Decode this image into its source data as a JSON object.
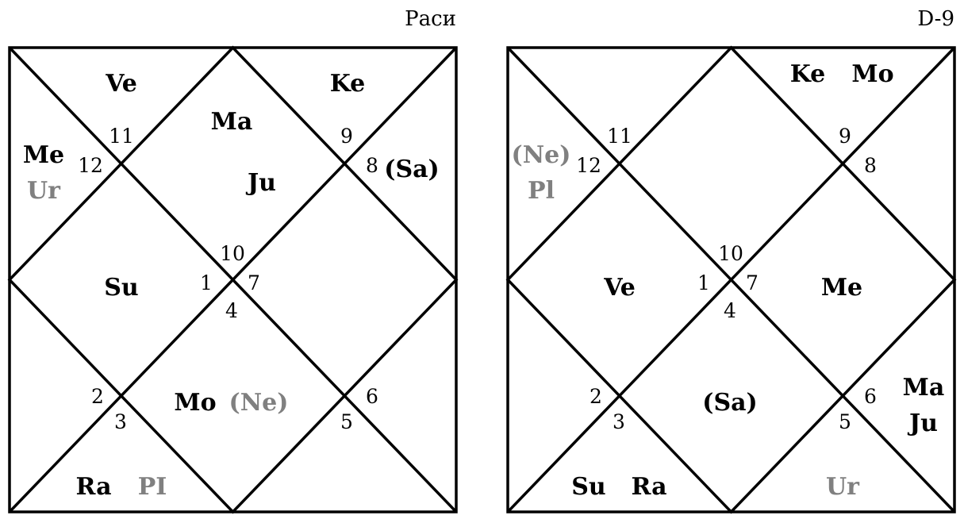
{
  "charts": [
    {
      "title": "Раси",
      "houses": {
        "h1": "1",
        "h2": "2",
        "h3": "3",
        "h4": "4",
        "h5": "5",
        "h6": "6",
        "h7": "7",
        "h8": "8",
        "h9": "9",
        "h10": "10",
        "h11": "11",
        "h12": "12"
      },
      "planets": {
        "ve": "Ve",
        "ke": "Ke",
        "ma": "Ma",
        "ju": "Ju",
        "me": "Me",
        "ur": "Ur",
        "sa": "(Sa)",
        "su": "Su",
        "mo": "Mo",
        "ne": "(Ne)",
        "ra": "Ra",
        "pl": "PI"
      }
    },
    {
      "title": "D-9",
      "houses": {
        "h1": "1",
        "h2": "2",
        "h3": "3",
        "h4": "4",
        "h5": "5",
        "h6": "6",
        "h7": "7",
        "h8": "8",
        "h9": "9",
        "h10": "10",
        "h11": "11",
        "h12": "12"
      },
      "planets": {
        "ke": "Ke",
        "mo": "Mo",
        "ne": "(Ne)",
        "pl": "Pl",
        "ve": "Ve",
        "me": "Me",
        "sa": "(Sa)",
        "ma": "Ma",
        "ju": "Ju",
        "su": "Su",
        "ra": "Ra",
        "ur": "Ur"
      }
    }
  ],
  "colors": {
    "malefic_gray": "#808080",
    "text": "#000000"
  }
}
